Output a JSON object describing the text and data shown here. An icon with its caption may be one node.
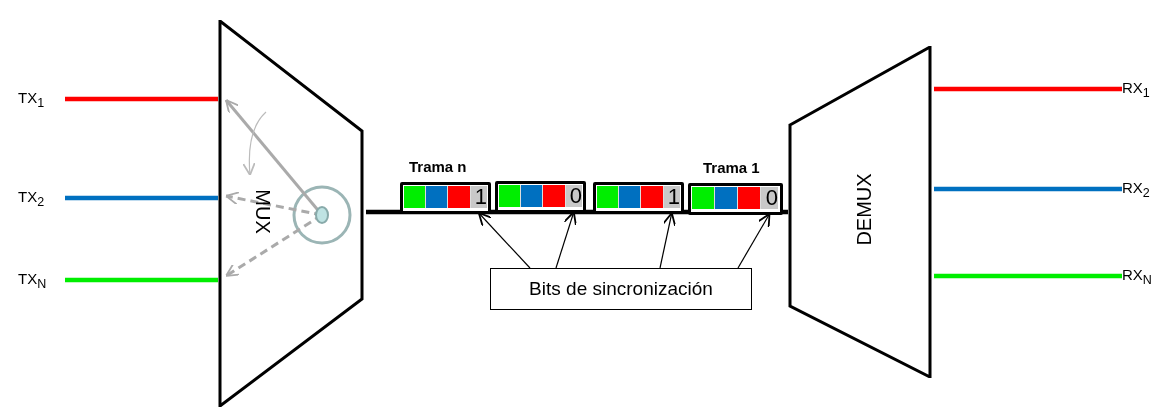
{
  "diagram": {
    "nodes": [
      {
        "text": [
          "TX$_{1}$"
        ]
      },
      {
        "text": [
          "TX$_{2}$"
        ]
      },
      {
        "text": [
          "TX$_{N}$"
        ]
      },
      {
        "text": [
          "MUX"
        ]
      },
      {
        "text": [
          "DEMUX"
        ]
      },
      {
        "text": [
          "RX$_{1}$"
        ]
      },
      {
        "text": [
          "RX$_{2}$"
        ]
      },
      {
        "text": [
          "RX$_{N}$"
        ]
      },
      {
        "text": [
          "Trama n"
        ]
      },
      {
        "text": [],
        "shape": "box"
      },
      {
        "text": [],
        "shape": "box"
      },
      {
        "text": [
          "Trama 1"
        ]
      },
      {
        "text": [
          "1"
        ],
        "in": 8
      },
      {
        "text": [
          "0"
        ],
        "in": 9
      },
      {
        "text": [
          "1"
        ],
        "in": 10
      },
      {
        "text": [
          "0"
        ],
        "in": 11
      },
      {
        "text": [
          "Bits de sincronización"
        ]
      }
    ],
    "edges": [
      {
        "from": 0,
        "to": 3,
        "arrow": "none",
        "color": "#ff0000"
      },
      {
        "from": 1,
        "to": 3,
        "arrow": "none",
        "color": "#0070c0"
      },
      {
        "from": 2,
        "to": 3,
        "arrow": "none",
        "color": "#00ee00"
      },
      {
        "from": 3,
        "to": 4,
        "arrow": "none"
      },
      {
        "from": 4,
        "to": 5,
        "arrow": "none",
        "color": "#ff0000"
      },
      {
        "from": 4,
        "to": 6,
        "arrow": "none",
        "color": "#0070c0"
      },
      {
        "from": 4,
        "to": 7,
        "arrow": "none",
        "color": "#00ee00"
      },
      {
        "from": 16,
        "to": 12,
        "arrow": "to"
      },
      {
        "from": 16,
        "to": 13,
        "arrow": "to"
      },
      {
        "from": 16,
        "to": 14,
        "arrow": "to"
      },
      {
        "from": 16,
        "to": 15,
        "arrow": "to"
      }
    ]
  }
}
